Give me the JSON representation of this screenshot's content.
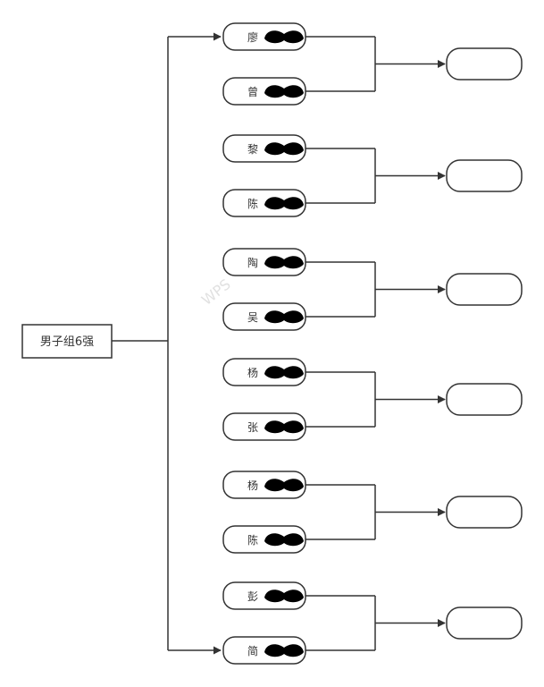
{
  "root": {
    "label": "男子组6强"
  },
  "pairs": [
    {
      "top": "廖",
      "bottom": "曾",
      "winner": ""
    },
    {
      "top": "黎",
      "bottom": "陈",
      "winner": ""
    },
    {
      "top": "陶",
      "bottom": "吴",
      "winner": ""
    },
    {
      "top": "杨",
      "bottom": "张",
      "winner": ""
    },
    {
      "top": "杨",
      "bottom": "陈",
      "winner": ""
    },
    {
      "top": "彭",
      "bottom": "简",
      "winner": ""
    }
  ],
  "watermark": "WPS",
  "colors": {
    "line": "#333333",
    "box_border": "#333333",
    "redaction": "#000000",
    "text": "#333333"
  }
}
